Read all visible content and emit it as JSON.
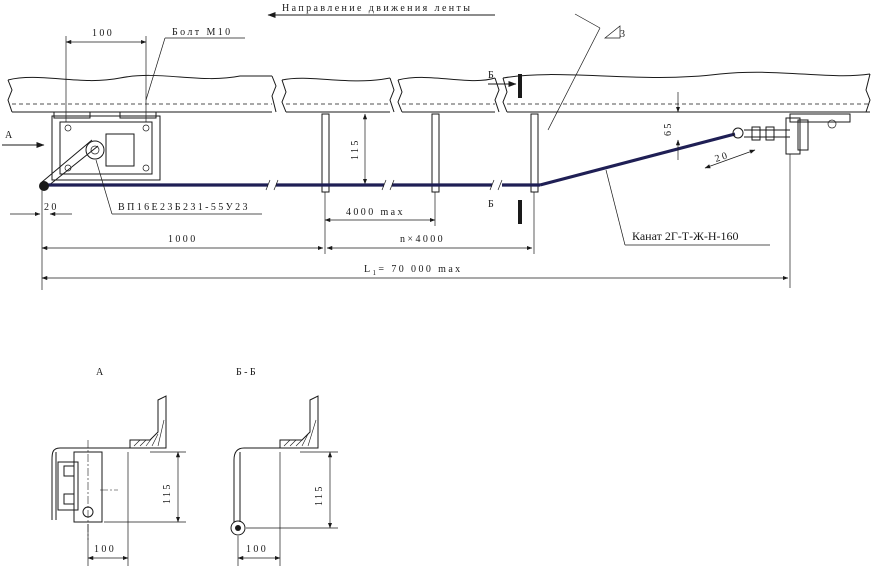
{
  "labels": {
    "direction": "Направление движения ленты",
    "bolt": "Болт М10",
    "device": "ВП16Е23Б231-55У23",
    "rope": "Канат 2Г-Т-Ж-Н-160",
    "roughness": "3",
    "view_a_top": "A",
    "section_b_top": "Б",
    "section_b_bottom": "Б",
    "view_a_title": "А",
    "section_bb_title": "Б-Б"
  },
  "dims": {
    "d100_top": "100",
    "d115_main": "115",
    "d65": "65",
    "d20_right": "20",
    "d20_left": "20",
    "d4000": "4000 max",
    "d1000": "1000",
    "dn4000": "n×4000",
    "dL1": "L",
    "dL1_sub": "1",
    "dL1_val": "= 70 000 max",
    "dA_115": "115",
    "dA_100": "100",
    "dB_115": "115",
    "dB_100": "100"
  },
  "colors": {
    "line": "#1a1a1a",
    "rope": "#1f1f55"
  }
}
